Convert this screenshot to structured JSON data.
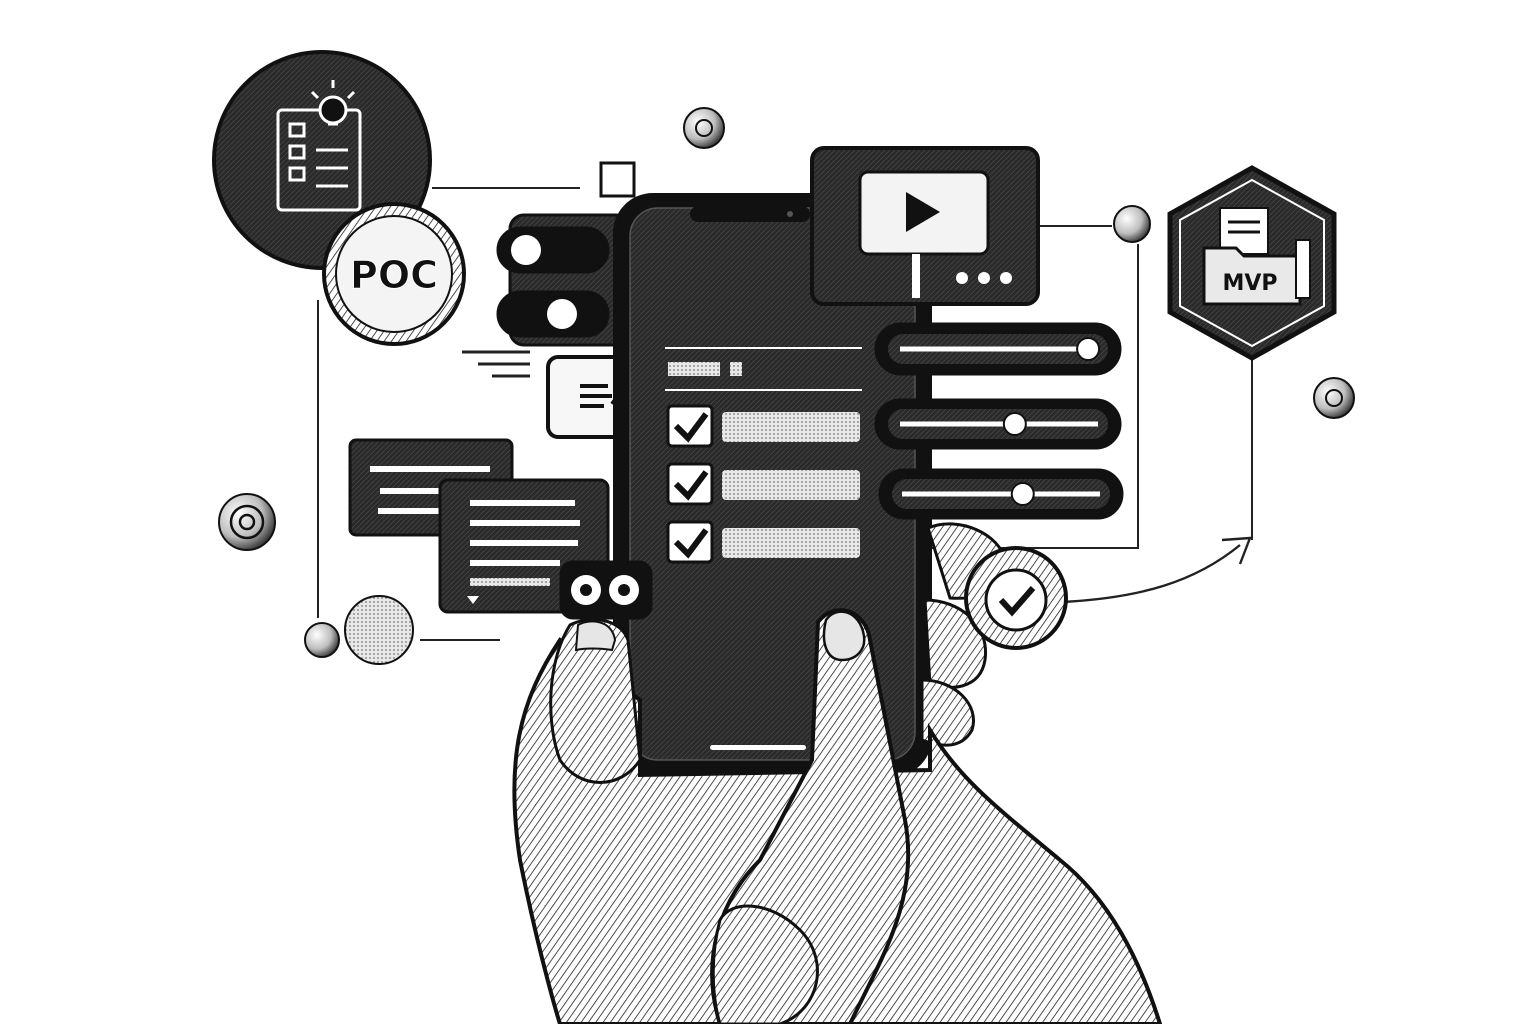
{
  "badges": {
    "poc_label": "POC",
    "mvp_label": "MVP"
  },
  "phone": {
    "screen_checklist": {
      "items": [
        {
          "checked": true
        },
        {
          "checked": true
        },
        {
          "checked": true
        }
      ]
    },
    "sliders": [
      {
        "level": 0.95
      },
      {
        "level": 0.58
      },
      {
        "level": 0.62
      }
    ],
    "toggles": [
      {
        "on": false
      },
      {
        "on": true
      }
    ]
  },
  "colors": {
    "ink": "#111111",
    "paper": "#ffffff",
    "mid": "#cfcfcf"
  },
  "icons": [
    "idea-checklist-icon",
    "video-play-icon",
    "more-dots-icon",
    "edit-note-icon",
    "folder-documents-icon",
    "checkmark-icon",
    "eyes-icon"
  ]
}
